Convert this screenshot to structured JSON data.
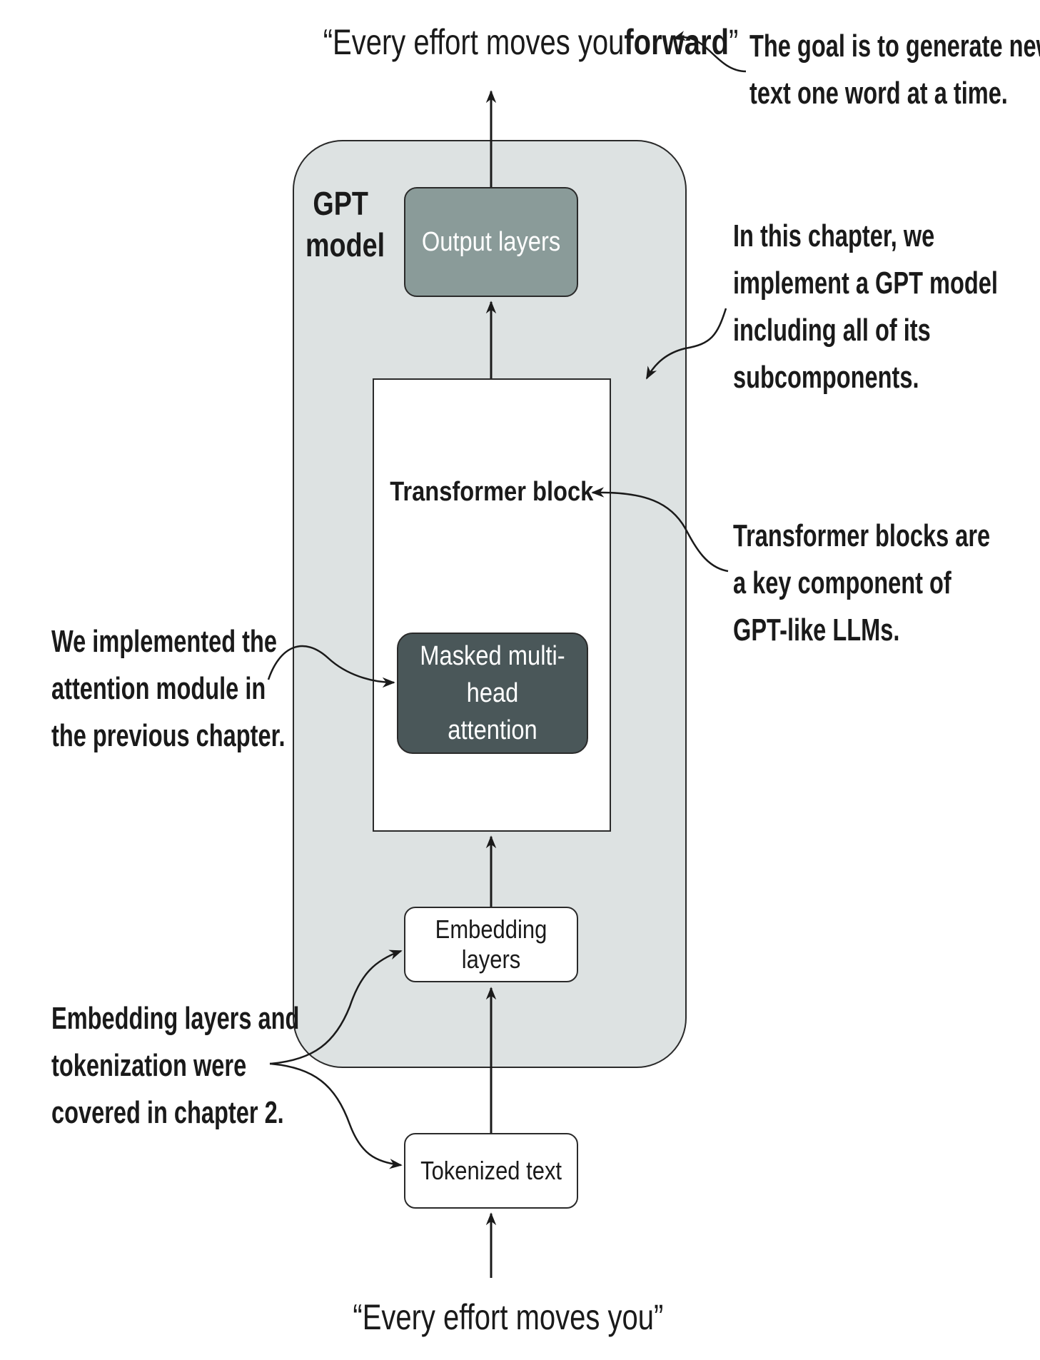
{
  "quotes": {
    "output_prefix": "“Every effort moves you ",
    "output_bold": "forward",
    "output_suffix": "”",
    "input": "“Every effort moves you”"
  },
  "model": {
    "label_line1": "GPT",
    "label_line2": "model",
    "output_layers": "Output layers",
    "transformer_block": "Transformer block",
    "mha_line1": "Masked multi-head",
    "mha_line2": "attention",
    "embedding_layers": "Embedding layers",
    "tokenized_text": "Tokenized text"
  },
  "annotations": {
    "goal": [
      "The goal is to generate new",
      "text one word at a time."
    ],
    "chapter": [
      "In this chapter, we",
      "implement a GPT model",
      "including all of its",
      "subcomponents."
    ],
    "transformer": [
      "Transformer blocks are",
      "a key component of",
      "GPT-like LLMs."
    ],
    "attention": [
      "We implemented the",
      "attention module in",
      "the previous chapter."
    ],
    "embedding": [
      "Embedding layers and",
      "tokenization were",
      "covered in chapter 2."
    ]
  },
  "colors": {
    "container_fill": "#dde2e2",
    "output_fill": "#8a9b99",
    "mha_fill": "#4a5759",
    "stroke": "#2a2a2a"
  }
}
